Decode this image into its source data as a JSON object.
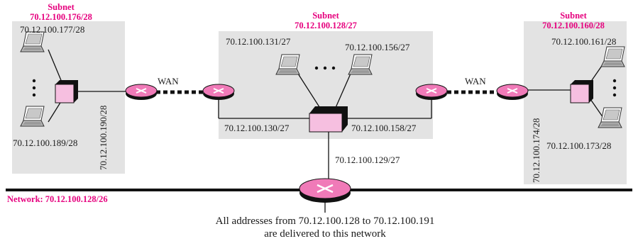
{
  "colors": {
    "accent": "#e6007e",
    "panel": "#e3e3e3",
    "router_fill": "#f07ab8",
    "switch_front": "#f6bfe0",
    "switch_dark": "#111111",
    "line": "#111111"
  },
  "icons": {
    "laptop": "laptop-icon",
    "switch": "switch-icon",
    "router": "router-icon"
  },
  "subnets": {
    "left": {
      "title": "Subnet",
      "cidr": "70.12.100.176/28",
      "host_top": "70.12.100.177/28",
      "host_bottom": "70.12.100.189/28",
      "gateway": "70.12.100.190/28",
      "ellipsis": "•\n•\n•"
    },
    "center": {
      "title": "Subnet",
      "cidr": "70.12.100.128/27",
      "host_left": "70.12.100.131/27",
      "host_right": "70.12.100.156/27",
      "gateway_left": "70.12.100.130/27",
      "gateway_right": "70.12.100.158/27",
      "ellipsis": "• • •"
    },
    "right": {
      "title": "Subnet",
      "cidr": "70.12.100.160/28",
      "host_top": "70.12.100.161/28",
      "host_bottom": "70.12.100.173/28",
      "gateway": "70.12.100.174/28",
      "ellipsis": "•\n•\n•"
    }
  },
  "links": {
    "wan_left": "WAN",
    "wan_right": "WAN"
  },
  "network": {
    "label": "Network: 70.12.100.128/26",
    "router_address": "70.12.100.129/27"
  },
  "caption": {
    "line1": "All addresses from 70.12.100.128 to 70.12.100.191",
    "line2": "are delivered to this network"
  }
}
